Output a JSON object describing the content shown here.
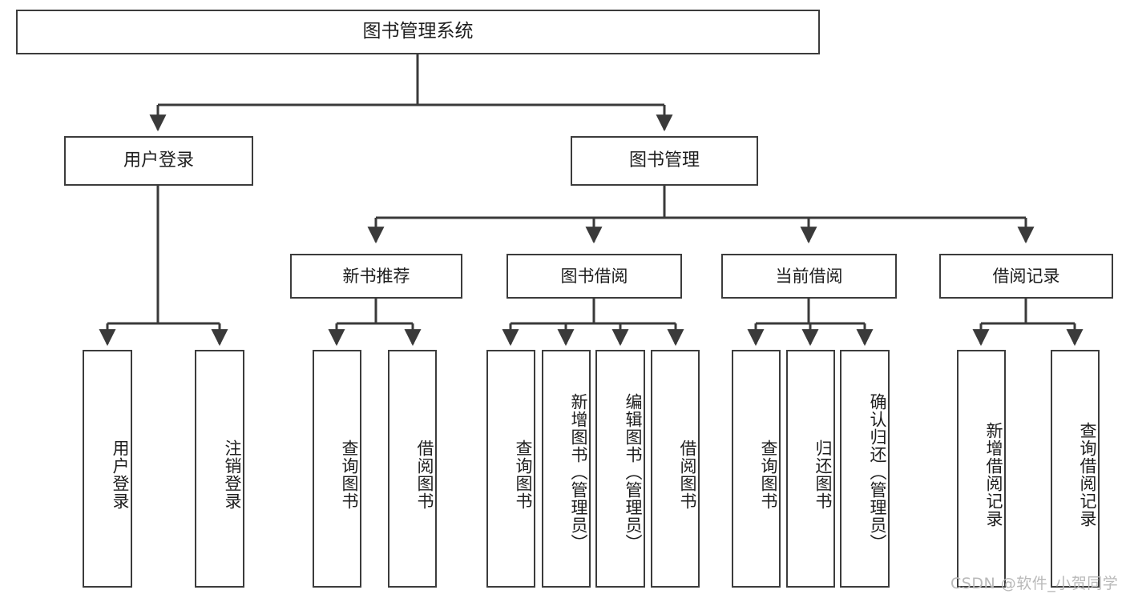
{
  "diagram": {
    "type": "tree-hierarchy-chart",
    "root": {
      "label": "图书管理系统"
    },
    "level1": [
      {
        "label": "用户登录"
      },
      {
        "label": "图书管理"
      }
    ],
    "level2": [
      {
        "label": "新书推荐"
      },
      {
        "label": "图书借阅"
      },
      {
        "label": "当前借阅"
      },
      {
        "label": "借阅记录"
      }
    ],
    "leaves": [
      {
        "label": "用户登录",
        "parent": "用户登录"
      },
      {
        "label": "注销登录",
        "parent": "用户登录"
      },
      {
        "label": "查询图书",
        "parent": "新书推荐"
      },
      {
        "label": "借阅图书",
        "parent": "新书推荐"
      },
      {
        "label": "查询图书",
        "parent": "图书借阅"
      },
      {
        "label": "新增图书（管理员）",
        "parent": "图书借阅"
      },
      {
        "label": "编辑图书（管理员）",
        "parent": "图书借阅"
      },
      {
        "label": "借阅图书",
        "parent": "图书借阅"
      },
      {
        "label": "查询图书",
        "parent": "当前借阅"
      },
      {
        "label": "归还图书",
        "parent": "当前借阅"
      },
      {
        "label": "确认归还（管理员）",
        "parent": "当前借阅"
      },
      {
        "label": "新增借阅记录",
        "parent": "借阅记录"
      },
      {
        "label": "查询借阅记录",
        "parent": "借阅记录"
      }
    ]
  },
  "watermark": {
    "text": "CSDN @软件_小贺同学"
  },
  "colors": {
    "background": "#ffffff",
    "box_border": "#3c3c3c",
    "connector": "#3a3a3a",
    "text": "#1d1d1d",
    "watermark": "#b9b9b9"
  }
}
